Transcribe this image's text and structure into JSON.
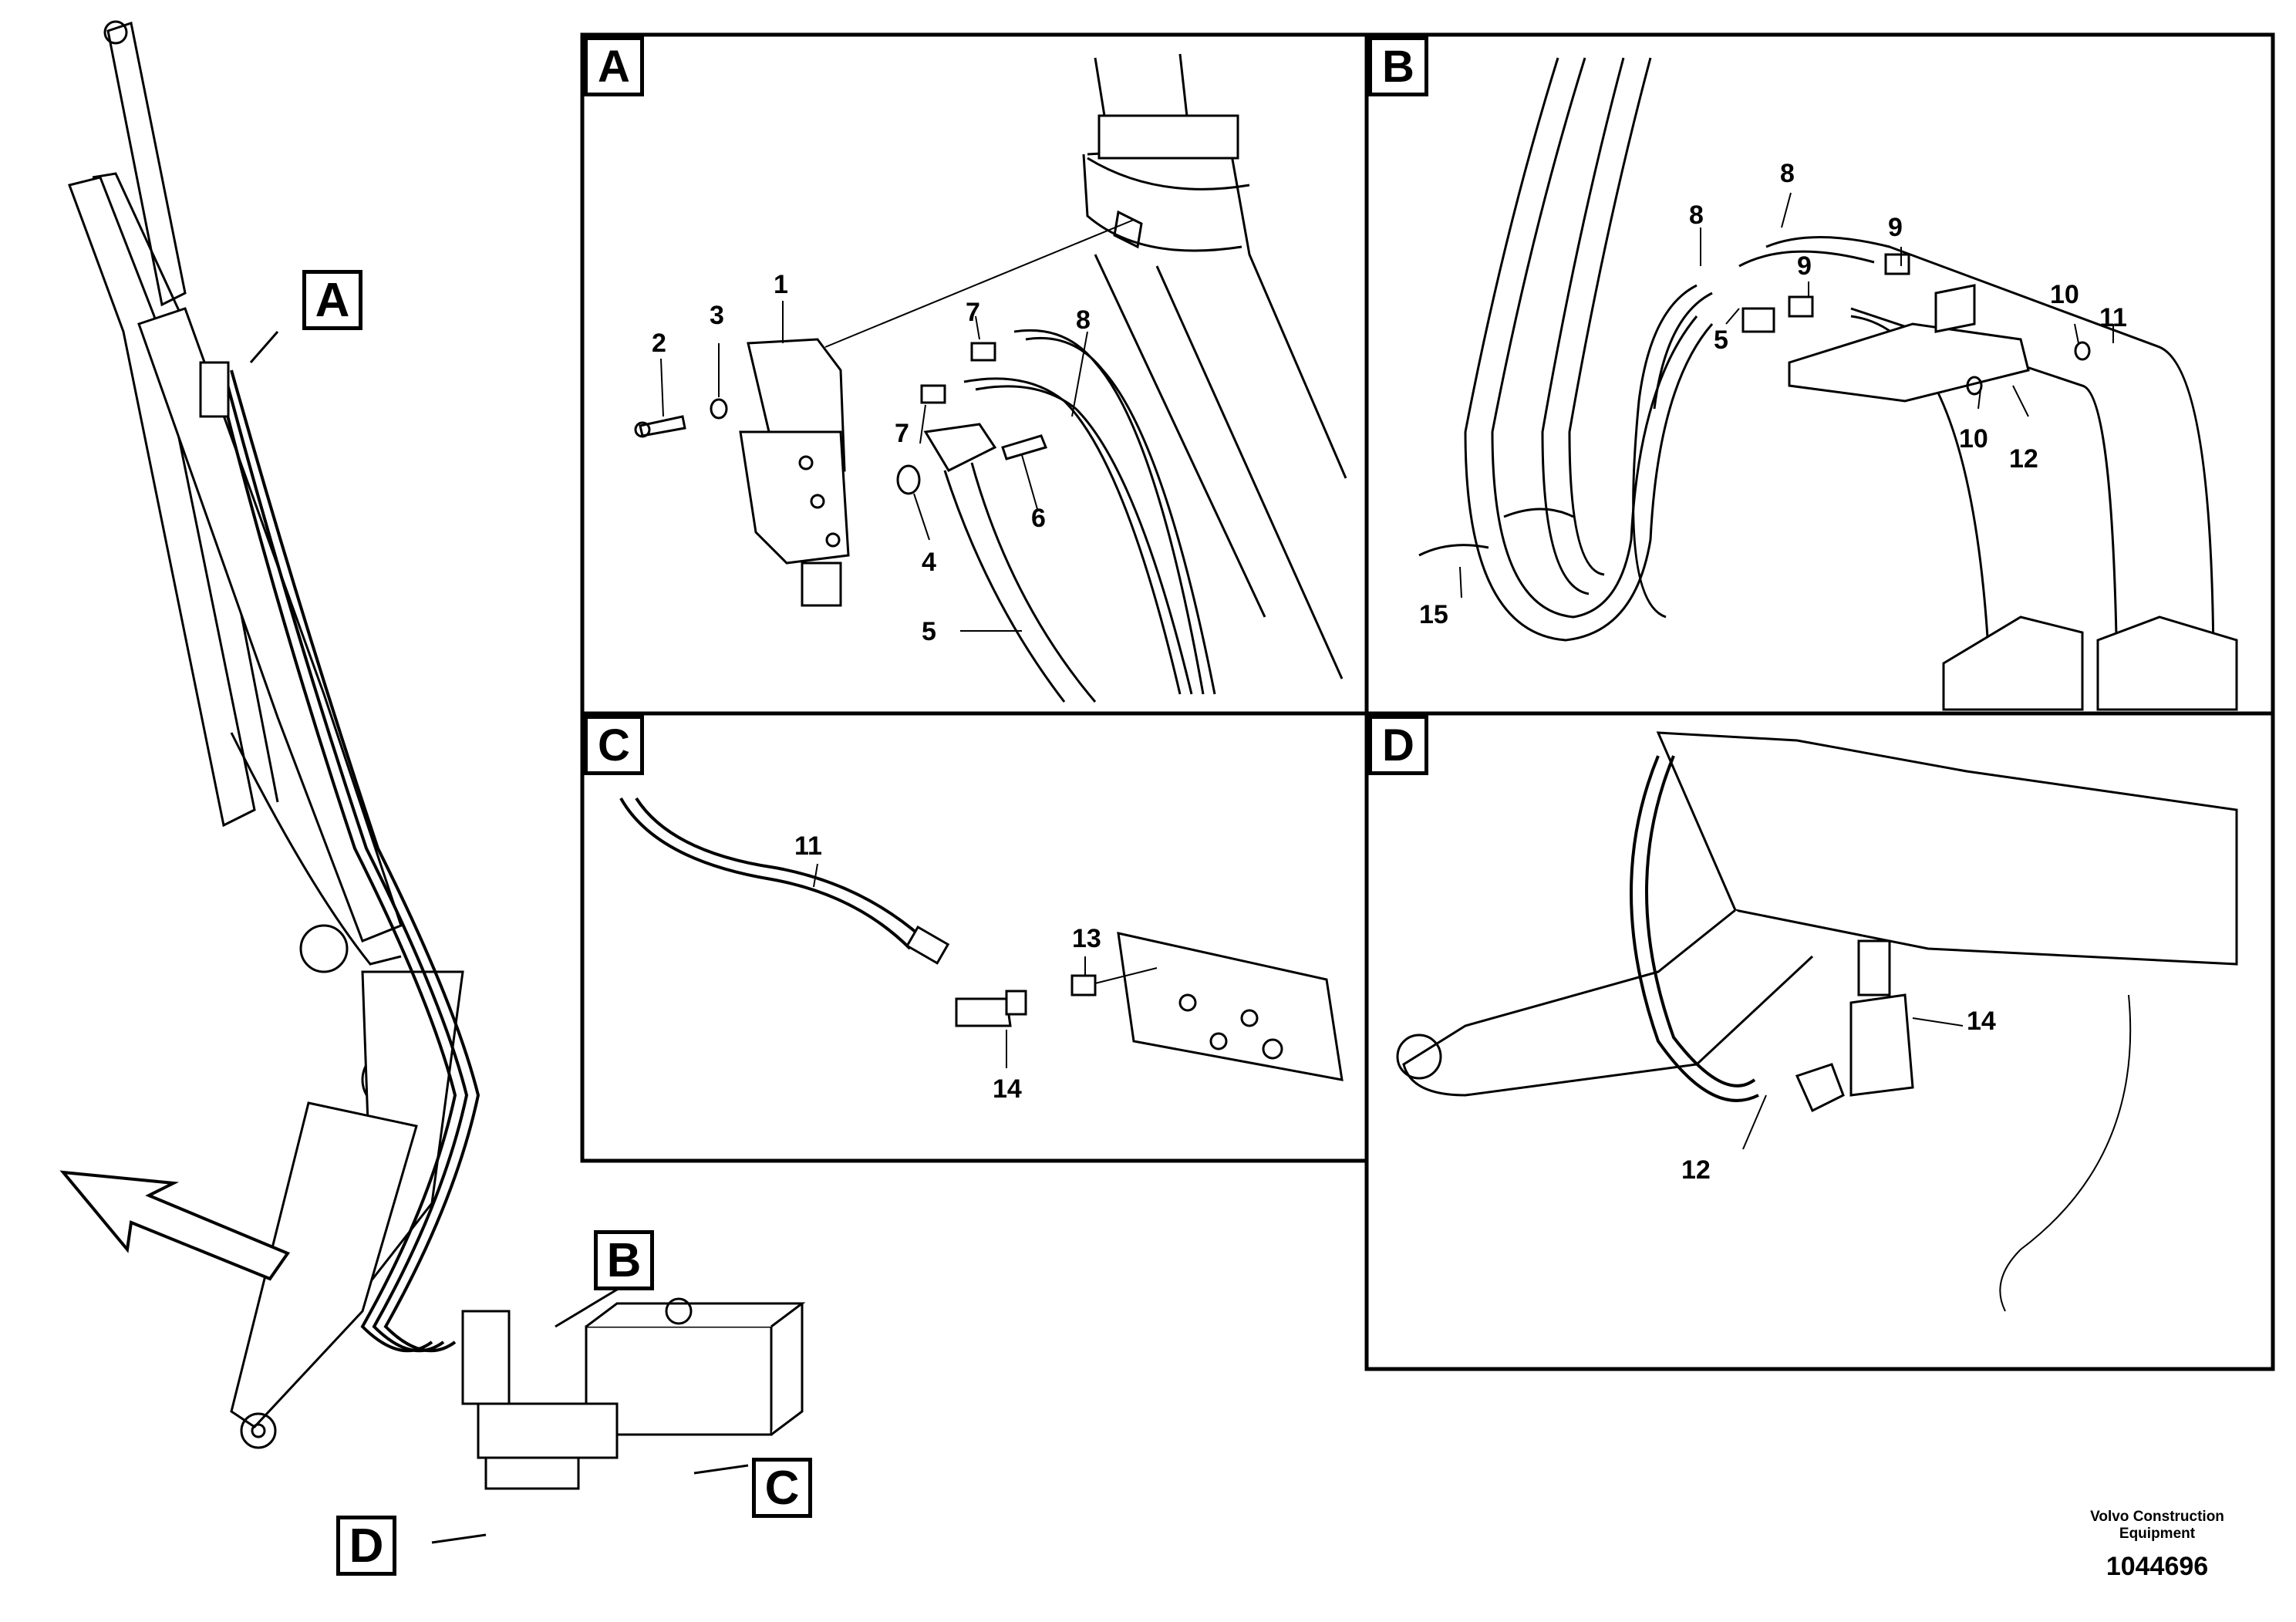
{
  "overview": {
    "tags": [
      "A",
      "B",
      "C",
      "D"
    ]
  },
  "panels": {
    "A": {
      "letter": "A",
      "callouts": [
        "1",
        "2",
        "3",
        "4",
        "5",
        "6",
        "7",
        "7",
        "8"
      ]
    },
    "B": {
      "letter": "B",
      "callouts": [
        "8",
        "8",
        "9",
        "9",
        "5",
        "10",
        "11",
        "10",
        "12",
        "15"
      ]
    },
    "C": {
      "letter": "C",
      "callouts": [
        "11",
        "13",
        "14"
      ]
    },
    "D": {
      "letter": "D",
      "callouts": [
        "14",
        "12"
      ]
    }
  },
  "footer": {
    "company_line1": "Volvo Construction",
    "company_line2": "Equipment",
    "drawing_number": "1044696"
  },
  "icons": [
    "direction-arrow-icon"
  ]
}
